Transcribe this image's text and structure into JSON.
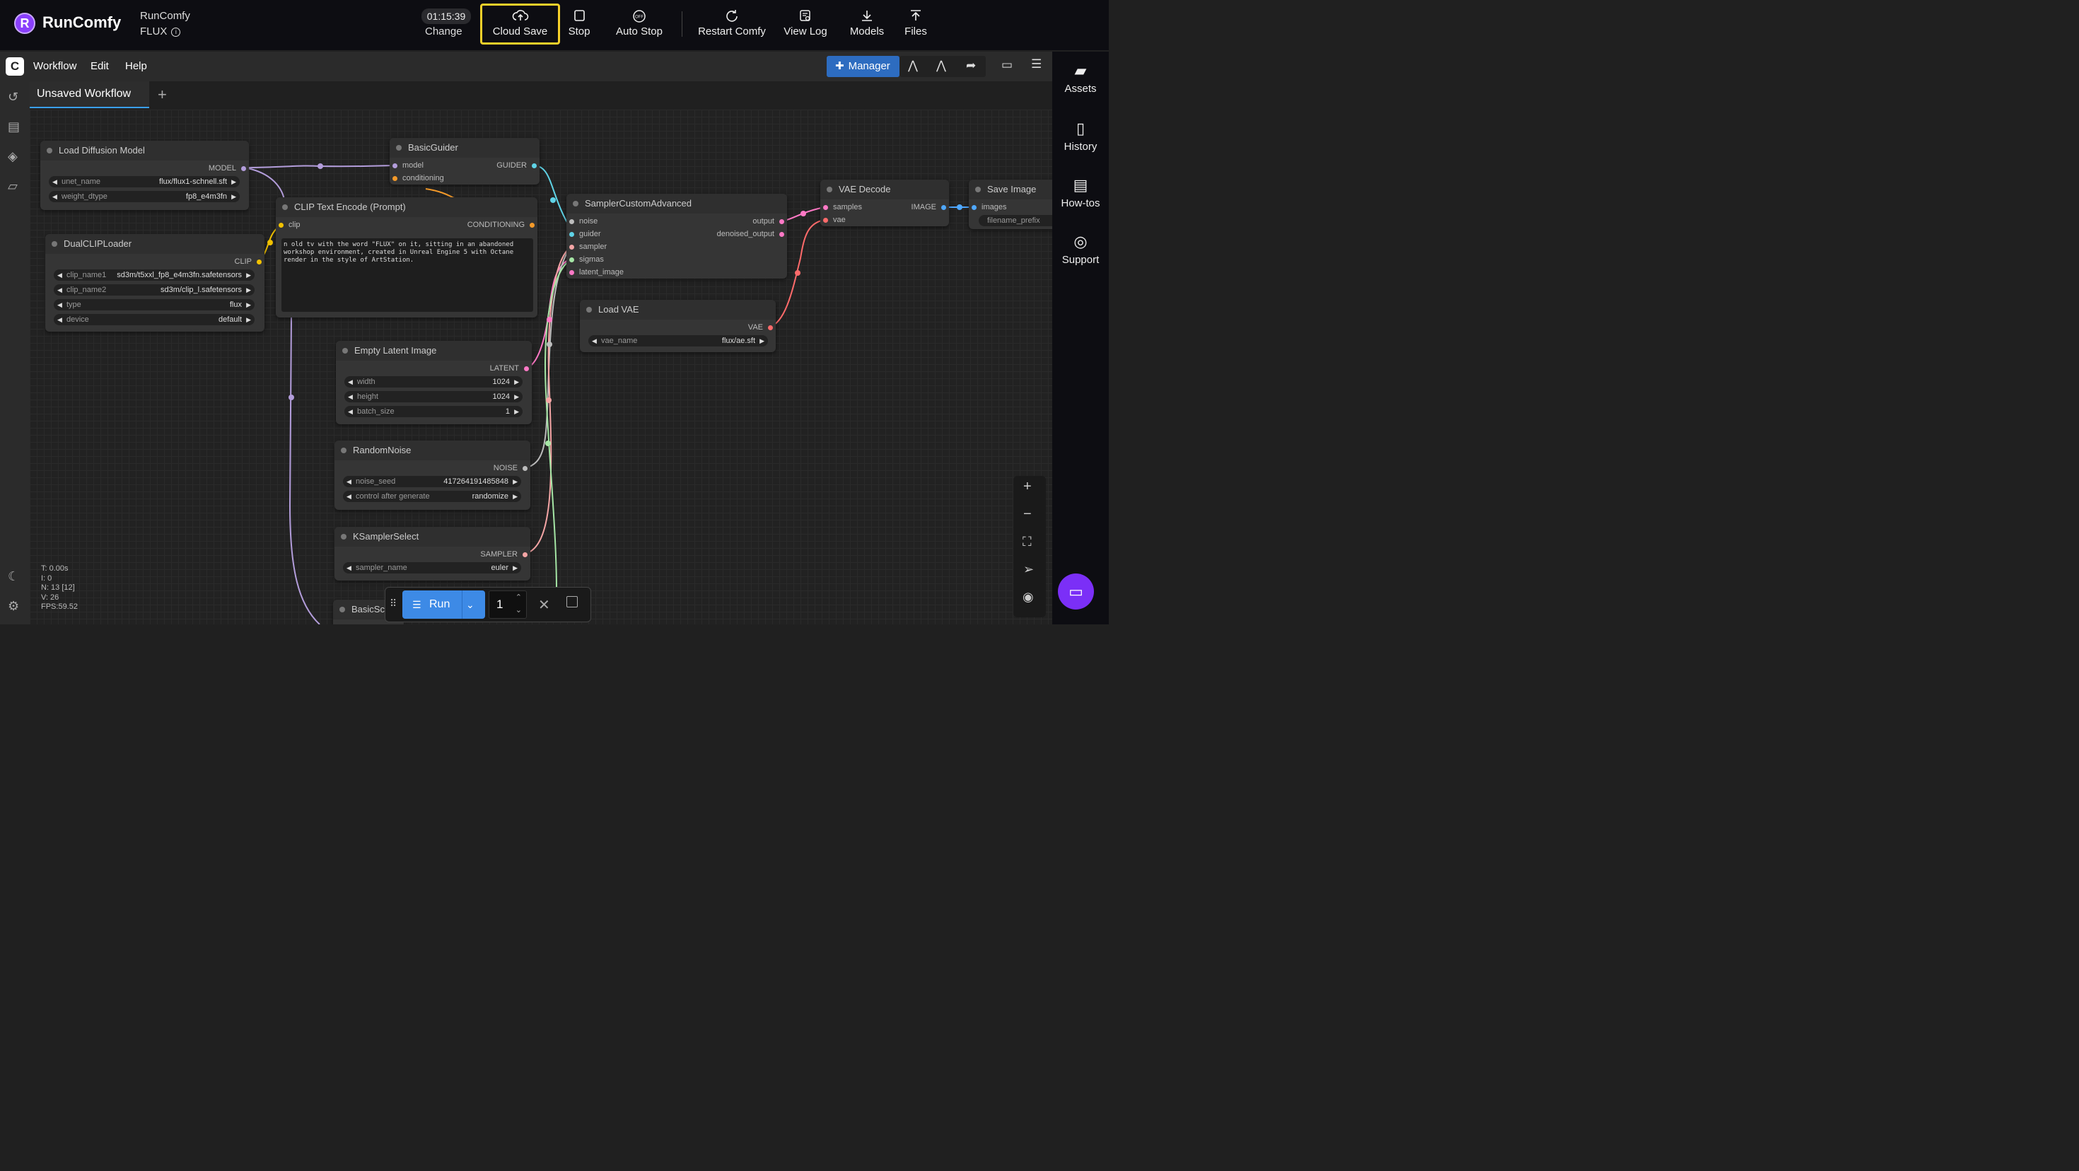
{
  "topbar": {
    "brand": "RunComfy",
    "app_name": "RunComfy",
    "app_model": "FLUX",
    "timer": "01:15:39",
    "change_label": "Change",
    "buttons": [
      {
        "label": "Cloud Save",
        "icon": "cloud-upload-icon"
      },
      {
        "label": "Stop",
        "icon": "stop-icon"
      },
      {
        "label": "Auto Stop",
        "icon": "auto-stop-icon"
      },
      {
        "label": "Restart Comfy",
        "icon": "restart-icon"
      },
      {
        "label": "View Log",
        "icon": "log-icon"
      },
      {
        "label": "Models",
        "icon": "download-icon"
      },
      {
        "label": "Files",
        "icon": "upload-icon"
      }
    ],
    "highlight_color": "#f5d02a"
  },
  "menubar": {
    "items": [
      "Workflow",
      "Edit",
      "Help"
    ],
    "manager_label": "Manager"
  },
  "tabs": {
    "active": "Unsaved Workflow"
  },
  "nodes": {
    "load_diffusion": {
      "title": "Load Diffusion Model",
      "out": "MODEL",
      "unet_name_label": "unet_name",
      "unet_name": "flux/flux1-schnell.sft",
      "weight_dtype_label": "weight_dtype",
      "weight_dtype": "fp8_e4m3fn"
    },
    "dualclip": {
      "title": "DualCLIPLoader",
      "out": "CLIP",
      "clip_name1_label": "clip_name1",
      "clip_name1": "sd3m/t5xxl_fp8_e4m3fn.safetensors",
      "clip_name2_label": "clip_name2",
      "clip_name2": "sd3m/clip_l.safetensors",
      "type_label": "type",
      "type": "flux",
      "device_label": "device",
      "device": "default"
    },
    "basic_guider": {
      "title": "BasicGuider",
      "in1": "model",
      "in2": "conditioning",
      "out": "GUIDER"
    },
    "clip_text": {
      "title": "CLIP Text Encode (Prompt)",
      "in": "clip",
      "out": "CONDITIONING",
      "text": "n old tv with the word \"FLUX\" on it, sitting in an abandoned workshop environment, created in Unreal Engine 5 with Octane render in the style of ArtStation."
    },
    "sampler_custom": {
      "title": "SamplerCustomAdvanced",
      "inputs": [
        "noise",
        "guider",
        "sampler",
        "sigmas",
        "latent_image"
      ],
      "out1": "output",
      "out2": "denoised_output"
    },
    "vae_decode": {
      "title": "VAE Decode",
      "in1": "samples",
      "in2": "vae",
      "out": "IMAGE"
    },
    "save_image": {
      "title": "Save Image",
      "in": "images",
      "filename_prefix_label": "filename_prefix"
    },
    "load_vae": {
      "title": "Load VAE",
      "out": "VAE",
      "vae_name_label": "vae_name",
      "vae_name": "flux/ae.sft"
    },
    "empty_latent": {
      "title": "Empty Latent Image",
      "out": "LATENT",
      "width_label": "width",
      "width": "1024",
      "height_label": "height",
      "height": "1024",
      "batch_label": "batch_size",
      "batch": "1"
    },
    "random_noise": {
      "title": "RandomNoise",
      "out": "NOISE",
      "seed_label": "noise_seed",
      "seed": "417264191485848",
      "control_label": "control after generate",
      "control": "randomize"
    },
    "ksampler_select": {
      "title": "KSamplerSelect",
      "out": "SAMPLER",
      "sampler_label": "sampler_name",
      "sampler": "euler"
    },
    "basic_sched": {
      "title": "BasicSch"
    }
  },
  "stats": {
    "t": "T: 0.00s",
    "i": "I: 0",
    "n": "N: 13 [12]",
    "v": "V: 26",
    "fps": "FPS:59.52"
  },
  "runbar": {
    "run_label": "Run",
    "count": "1"
  },
  "rightbar": [
    {
      "label": "Assets",
      "icon": "folder-icon"
    },
    {
      "label": "History",
      "icon": "history-icon"
    },
    {
      "label": "How-tos",
      "icon": "howto-icon"
    },
    {
      "label": "Support",
      "icon": "support-icon"
    }
  ]
}
